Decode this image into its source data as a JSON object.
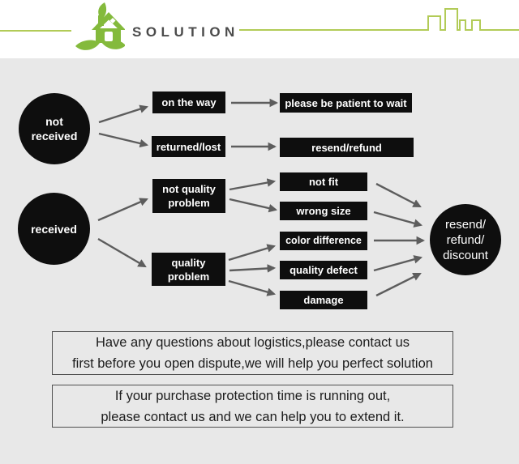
{
  "header": {
    "title": "SOLUTION",
    "accent_green": "#b2cb57",
    "logo_green": "#84ba3c"
  },
  "flowchart": {
    "background": "#e8e8e8",
    "node_color": "#0e0e0e",
    "node_text_color": "#ffffff",
    "arrow_color": "#5d5d5d",
    "nodes": {
      "not_received": "not\nreceived",
      "received": "received",
      "on_the_way": "on the way",
      "returned_lost": "returned/lost",
      "please_wait": "please be patient to wait",
      "resend_refund": "resend/refund",
      "not_quality_problem": "not quality\nproblem",
      "quality_problem": "quality\nproblem",
      "not_fit": "not fit",
      "wrong_size": "wrong size",
      "color_difference": "color difference",
      "quality_defect": "quality defect",
      "damage": "damage",
      "outcome": "resend/\nrefund/\ndiscount"
    },
    "edges": [
      [
        "not_received",
        "on_the_way"
      ],
      [
        "not_received",
        "returned_lost"
      ],
      [
        "on_the_way",
        "please_wait"
      ],
      [
        "returned_lost",
        "resend_refund"
      ],
      [
        "received",
        "not_quality_problem"
      ],
      [
        "received",
        "quality_problem"
      ],
      [
        "not_quality_problem",
        "not_fit"
      ],
      [
        "not_quality_problem",
        "wrong_size"
      ],
      [
        "quality_problem",
        "color_difference"
      ],
      [
        "quality_problem",
        "quality_defect"
      ],
      [
        "quality_problem",
        "damage"
      ],
      [
        "not_fit",
        "outcome"
      ],
      [
        "wrong_size",
        "outcome"
      ],
      [
        "color_difference",
        "outcome"
      ],
      [
        "quality_defect",
        "outcome"
      ],
      [
        "damage",
        "outcome"
      ]
    ]
  },
  "notes": {
    "logistics": "Have any questions about logistics,please contact us\nfirst before you open dispute,we will help you perfect solution",
    "protection": "If your purchase protection time is running out,\nplease contact us and we can help you to extend it."
  }
}
